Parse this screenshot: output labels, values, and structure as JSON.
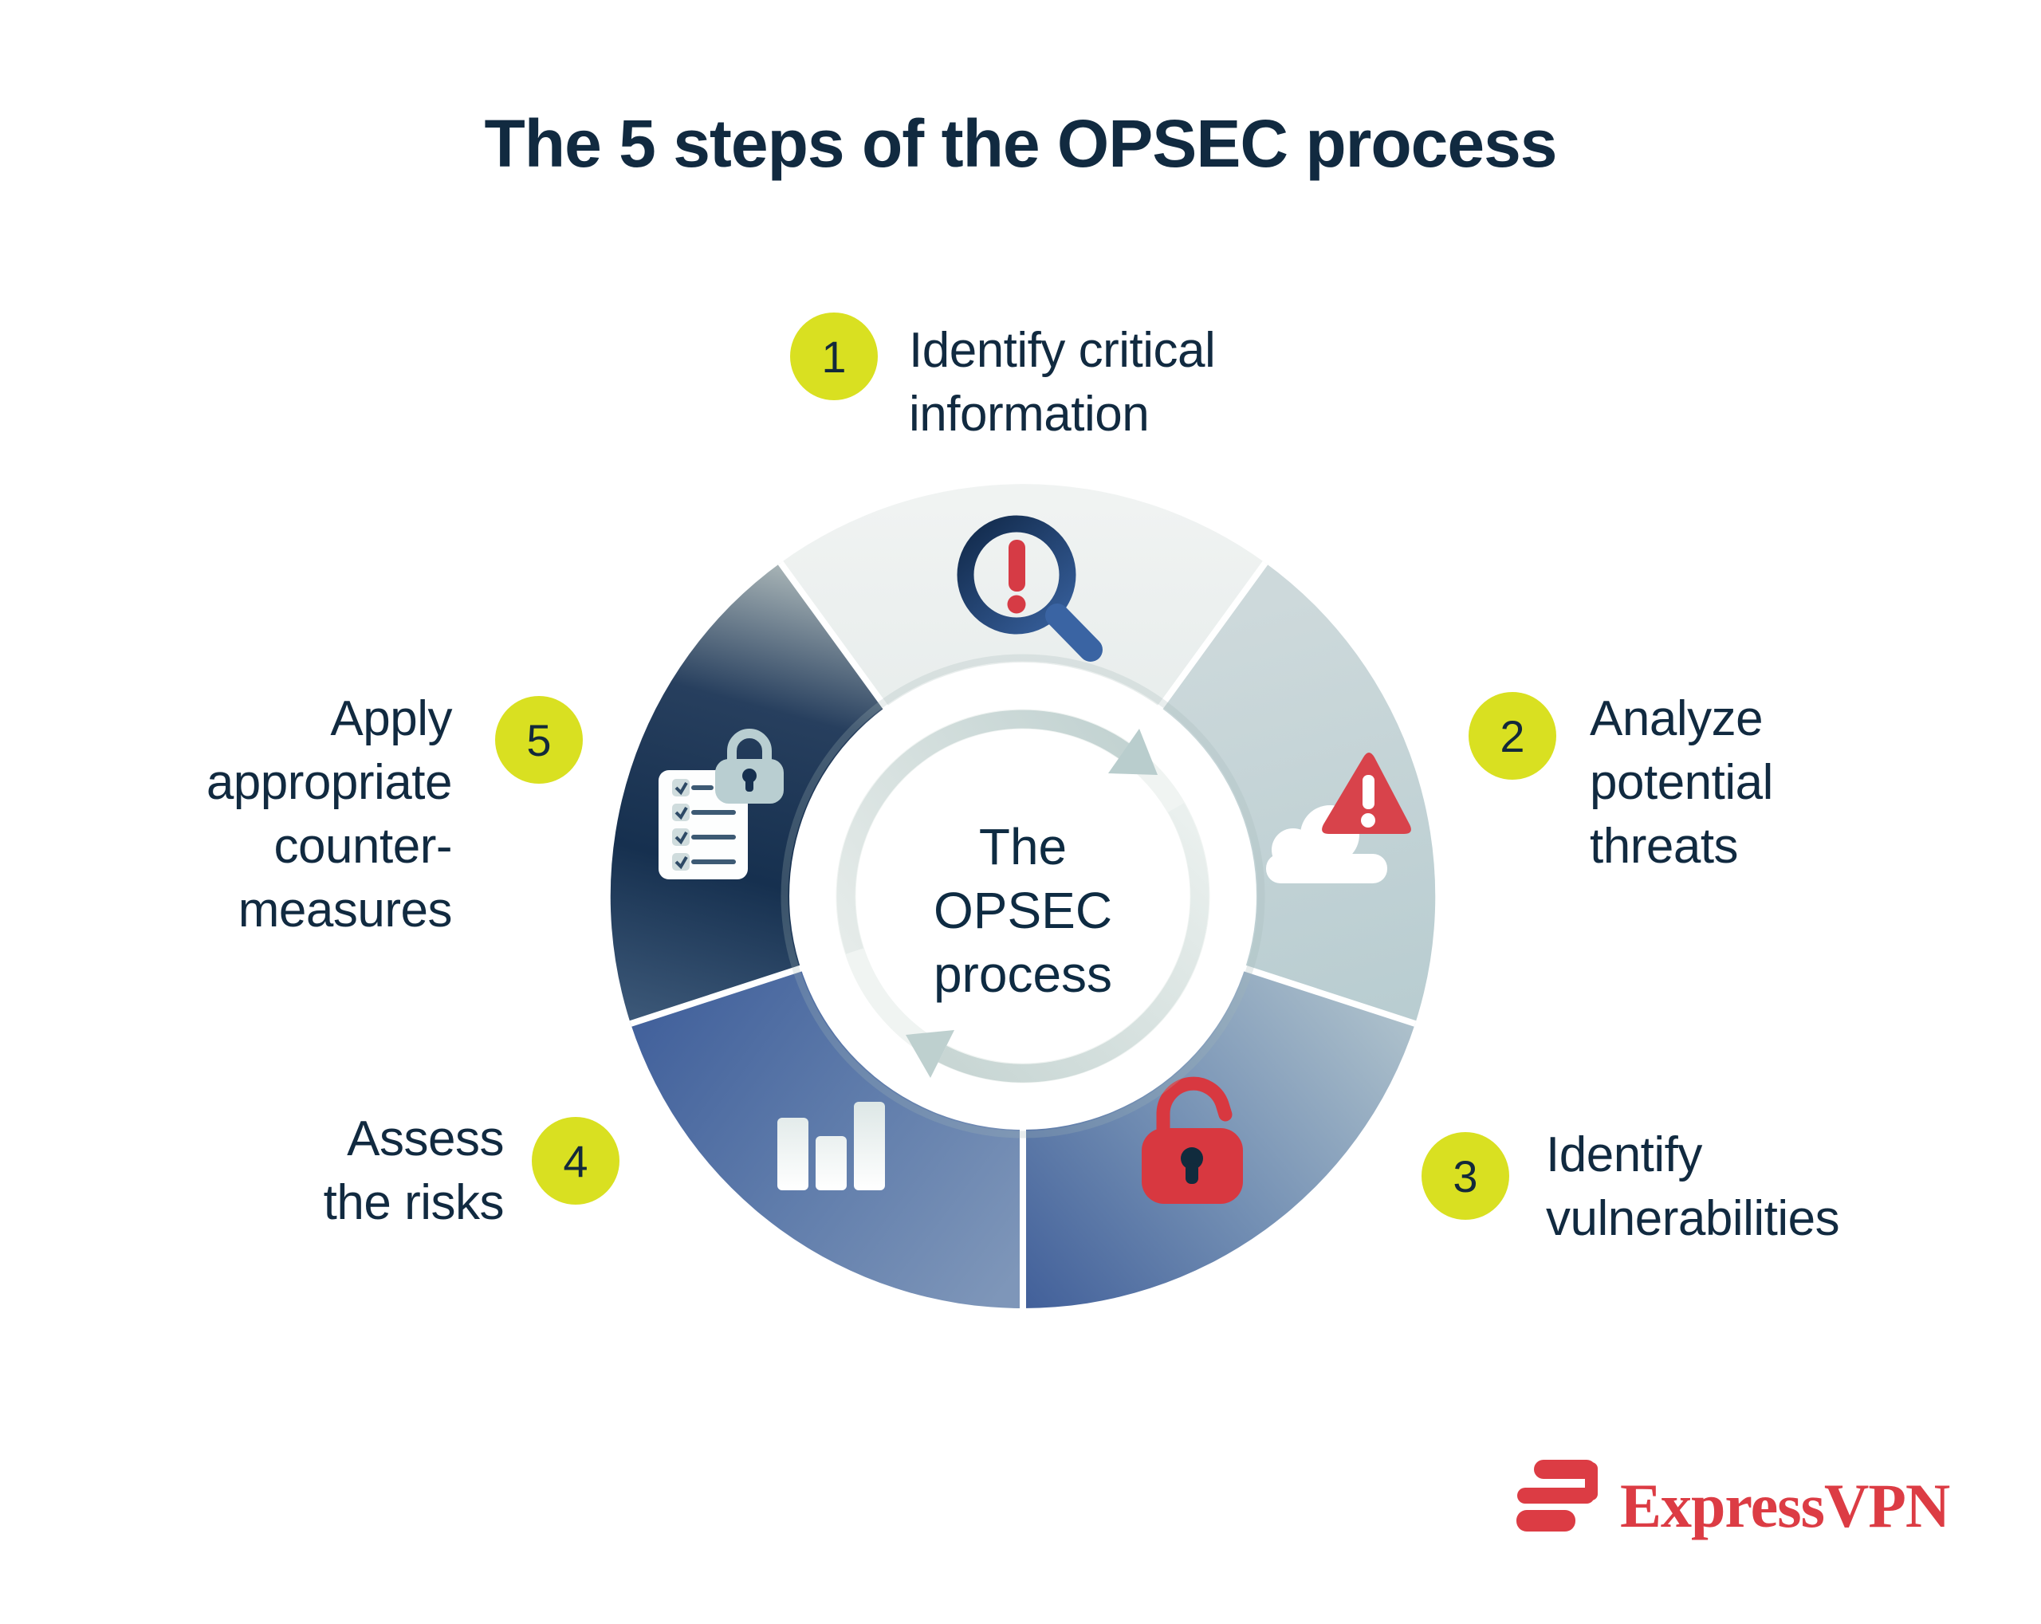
{
  "title": "The 5 steps of the OPSEC process",
  "center_label": {
    "lines": [
      "The",
      "OPSEC",
      "process"
    ]
  },
  "steps": [
    {
      "number": "1",
      "lines": [
        "Identify critical",
        "information"
      ],
      "icon": "magnifier-alert-icon"
    },
    {
      "number": "2",
      "lines": [
        "Analyze",
        "potential",
        "threats"
      ],
      "icon": "cloud-warning-icon"
    },
    {
      "number": "3",
      "lines": [
        "Identify",
        "vulnerabilities"
      ],
      "icon": "open-padlock-icon"
    },
    {
      "number": "4",
      "lines": [
        "Assess",
        "the risks"
      ],
      "icon": "bar-chart-icon"
    },
    {
      "number": "5",
      "lines": [
        "Apply",
        "appropriate",
        "counter-",
        "measures"
      ],
      "icon": "checklist-lock-icon"
    }
  ],
  "brand": {
    "name": "ExpressVPN"
  },
  "colors": {
    "badge_yellow": "#d9e021",
    "text_navy": "#112a40",
    "alert_red": "#d83840",
    "brand_red": "#dc3c44",
    "segment_1": "#e9eeed",
    "segment_2": "#c2d2d5",
    "segment_3_gradient": [
      "#b6c8cf",
      "#42609a"
    ],
    "segment_4_gradient": [
      "#41609b",
      "#7e96b9"
    ],
    "segment_5_gradient": [
      "#a9b5b7",
      "#16304f",
      "#3d5979"
    ],
    "arrow_sage": "#c6d5d4"
  }
}
